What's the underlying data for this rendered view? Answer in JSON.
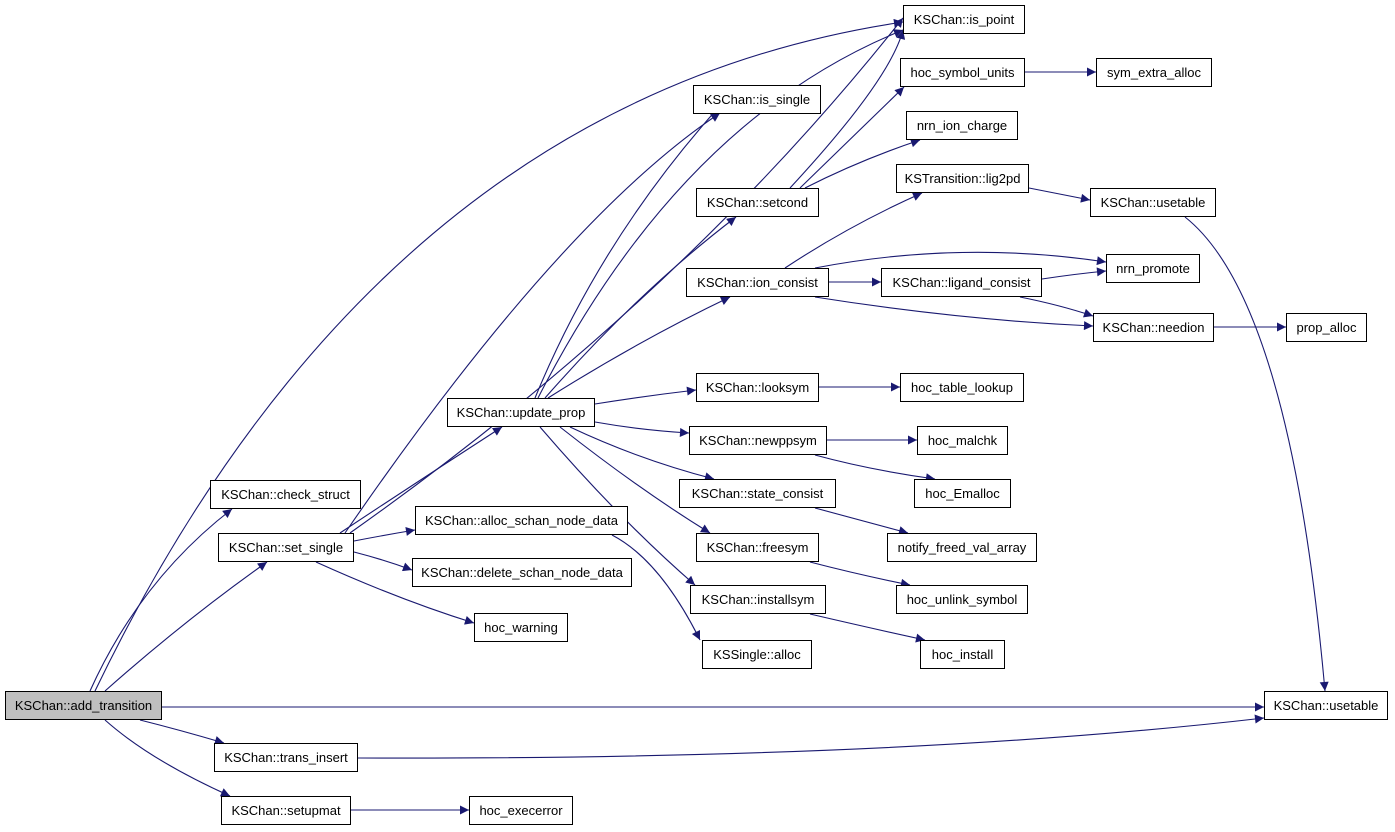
{
  "colors": {
    "edge": "#191970",
    "node_border": "#000000",
    "node_fill": "#ffffff",
    "root_fill": "#bfbfbf"
  },
  "nodes": [
    {
      "id": "add_transition",
      "label": "KSChan::add_transition",
      "root": true
    },
    {
      "id": "check_struct",
      "label": "KSChan::check_struct"
    },
    {
      "id": "set_single",
      "label": "KSChan::set_single"
    },
    {
      "id": "usetable_main",
      "label": "KSChan::usetable"
    },
    {
      "id": "trans_insert",
      "label": "KSChan::trans_insert"
    },
    {
      "id": "setupmat",
      "label": "KSChan::setupmat"
    },
    {
      "id": "hoc_execerror",
      "label": "hoc_execerror"
    },
    {
      "id": "is_point",
      "label": "KSChan::is_point"
    },
    {
      "id": "is_single",
      "label": "KSChan::is_single"
    },
    {
      "id": "update_prop",
      "label": "KSChan::update_prop"
    },
    {
      "id": "alloc_schan",
      "label": "KSChan::alloc_schan_node_data"
    },
    {
      "id": "delete_schan",
      "label": "KSChan::delete_schan_node_data"
    },
    {
      "id": "hoc_warning",
      "label": "hoc_warning"
    },
    {
      "id": "ks_alloc",
      "label": "KSSingle::alloc"
    },
    {
      "id": "setcond",
      "label": "KSChan::setcond"
    },
    {
      "id": "ion_consist",
      "label": "KSChan::ion_consist"
    },
    {
      "id": "looksym",
      "label": "KSChan::looksym"
    },
    {
      "id": "newppsym",
      "label": "KSChan::newppsym"
    },
    {
      "id": "state_consist",
      "label": "KSChan::state_consist"
    },
    {
      "id": "freesym",
      "label": "KSChan::freesym"
    },
    {
      "id": "installsym",
      "label": "KSChan::installsym"
    },
    {
      "id": "hoc_symbol_units",
      "label": "hoc_symbol_units"
    },
    {
      "id": "sym_extra_alloc",
      "label": "sym_extra_alloc"
    },
    {
      "id": "nrn_ion_charge",
      "label": "nrn_ion_charge"
    },
    {
      "id": "lig2pd",
      "label": "KSTransition::lig2pd"
    },
    {
      "id": "usetable_top",
      "label": "KSChan::usetable"
    },
    {
      "id": "nrn_promote",
      "label": "nrn_promote"
    },
    {
      "id": "ligand_consist",
      "label": "KSChan::ligand_consist"
    },
    {
      "id": "needion",
      "label": "KSChan::needion"
    },
    {
      "id": "prop_alloc",
      "label": "prop_alloc"
    },
    {
      "id": "hoc_table_lookup",
      "label": "hoc_table_lookup"
    },
    {
      "id": "hoc_malchk",
      "label": "hoc_malchk"
    },
    {
      "id": "hoc_Emalloc",
      "label": "hoc_Emalloc"
    },
    {
      "id": "notify_freed",
      "label": "notify_freed_val_array"
    },
    {
      "id": "hoc_unlink_symbol",
      "label": "hoc_unlink_symbol"
    },
    {
      "id": "hoc_install",
      "label": "hoc_install"
    }
  ],
  "edges": [
    {
      "from": "add_transition",
      "to": "check_struct"
    },
    {
      "from": "add_transition",
      "to": "set_single"
    },
    {
      "from": "add_transition",
      "to": "usetable_main"
    },
    {
      "from": "add_transition",
      "to": "trans_insert"
    },
    {
      "from": "add_transition",
      "to": "setupmat"
    },
    {
      "from": "add_transition",
      "to": "is_point"
    },
    {
      "from": "set_single",
      "to": "is_point"
    },
    {
      "from": "set_single",
      "to": "is_single"
    },
    {
      "from": "set_single",
      "to": "update_prop"
    },
    {
      "from": "set_single",
      "to": "alloc_schan"
    },
    {
      "from": "set_single",
      "to": "delete_schan"
    },
    {
      "from": "set_single",
      "to": "hoc_warning"
    },
    {
      "from": "alloc_schan",
      "to": "ks_alloc"
    },
    {
      "from": "trans_insert",
      "to": "usetable_main"
    },
    {
      "from": "setupmat",
      "to": "hoc_execerror"
    },
    {
      "from": "update_prop",
      "to": "is_single"
    },
    {
      "from": "update_prop",
      "to": "is_point"
    },
    {
      "from": "update_prop",
      "to": "setcond"
    },
    {
      "from": "update_prop",
      "to": "ion_consist"
    },
    {
      "from": "update_prop",
      "to": "looksym"
    },
    {
      "from": "update_prop",
      "to": "newppsym"
    },
    {
      "from": "update_prop",
      "to": "state_consist"
    },
    {
      "from": "update_prop",
      "to": "freesym"
    },
    {
      "from": "update_prop",
      "to": "installsym"
    },
    {
      "from": "setcond",
      "to": "is_point"
    },
    {
      "from": "setcond",
      "to": "hoc_symbol_units"
    },
    {
      "from": "setcond",
      "to": "nrn_ion_charge"
    },
    {
      "from": "hoc_symbol_units",
      "to": "sym_extra_alloc"
    },
    {
      "from": "ion_consist",
      "to": "lig2pd"
    },
    {
      "from": "ion_consist",
      "to": "nrn_promote"
    },
    {
      "from": "ion_consist",
      "to": "ligand_consist"
    },
    {
      "from": "ion_consist",
      "to": "needion"
    },
    {
      "from": "ligand_consist",
      "to": "nrn_promote"
    },
    {
      "from": "ligand_consist",
      "to": "needion"
    },
    {
      "from": "lig2pd",
      "to": "usetable_top"
    },
    {
      "from": "usetable_top",
      "to": "usetable_main"
    },
    {
      "from": "needion",
      "to": "prop_alloc"
    },
    {
      "from": "looksym",
      "to": "hoc_table_lookup"
    },
    {
      "from": "newppsym",
      "to": "hoc_malchk"
    },
    {
      "from": "newppsym",
      "to": "hoc_Emalloc"
    },
    {
      "from": "state_consist",
      "to": "notify_freed"
    },
    {
      "from": "freesym",
      "to": "hoc_unlink_symbol"
    },
    {
      "from": "installsym",
      "to": "hoc_install"
    }
  ]
}
